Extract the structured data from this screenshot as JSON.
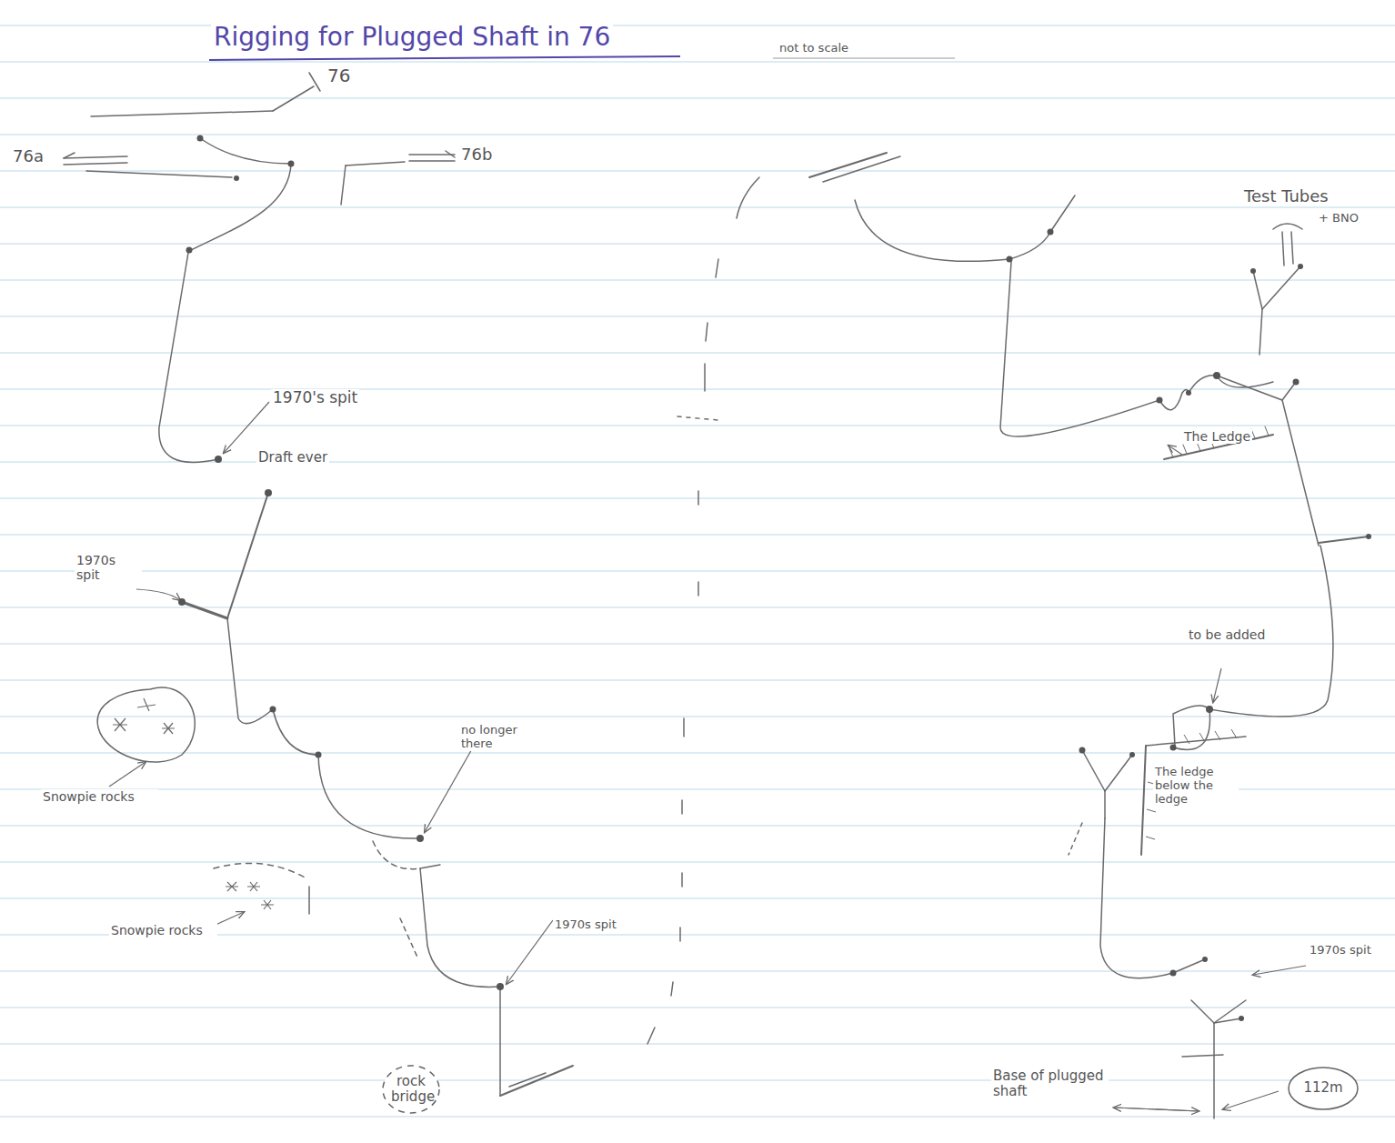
{
  "diagram": {
    "title": "Rigging for Plugged Shaft in 76",
    "nodes": [
      {
        "text": [
          "rock bridge"
        ]
      },
      {
        "text": [
          "112m"
        ]
      }
    ],
    "labels": [
      "not to scale",
      "76",
      "76a",
      "76b",
      "1970's spit",
      "Draft ever",
      "1970s spit",
      "Snowpie rocks",
      "no longer there",
      "Snowpie rocks",
      "1970s spit",
      "Test Tubes",
      "+ BNO",
      "The Ledge",
      "to be added",
      "The ledge below the ledge",
      "1970s spit",
      "Base of plugged shaft"
    ]
  }
}
